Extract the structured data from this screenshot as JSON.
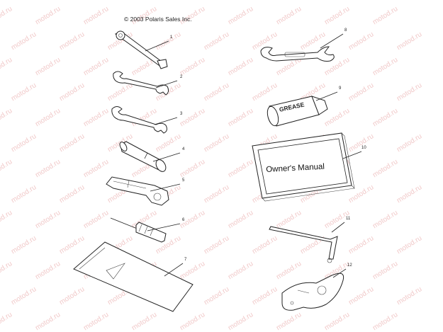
{
  "header": {
    "copyright": "© 2003 Polaris Sales Inc."
  },
  "watermark": {
    "text": "motod.ru"
  },
  "labels": {
    "grease": "GREASE",
    "manual": "Owner's Manual"
  },
  "callouts": [
    "1",
    "2",
    "3",
    "4",
    "5",
    "6",
    "7",
    "8",
    "9",
    "10",
    "11",
    "12"
  ]
}
